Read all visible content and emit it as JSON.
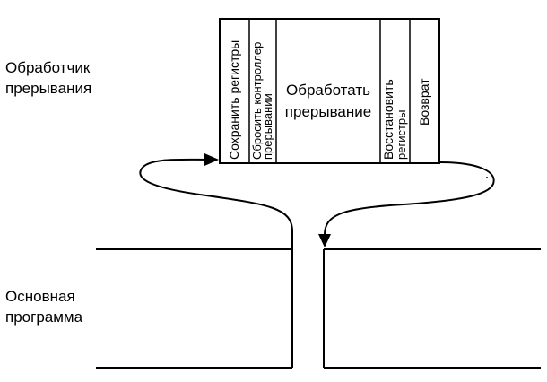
{
  "handler_label": {
    "line1": "Обработчик",
    "line2": "прерывания"
  },
  "main_label": {
    "line1": "Основная",
    "line2": "программа"
  },
  "handler_steps": {
    "save": {
      "line1": "Сохранить  регистры"
    },
    "reset": {
      "line1": "Сбросить  контроллер",
      "line2": "прерывании"
    },
    "process": {
      "line1": "Обработать",
      "line2": "прерывание"
    },
    "restore": {
      "line1": "Восстановить",
      "line2": "регистры"
    },
    "return": {
      "line1": "Возврат"
    }
  }
}
